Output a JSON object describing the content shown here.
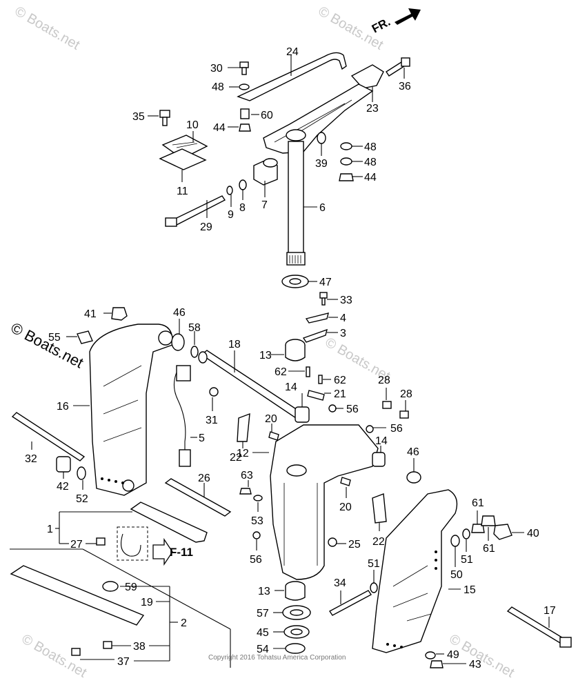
{
  "diagram": {
    "direction_label": "FR.",
    "ref_label": "F-11",
    "copyright": "Copyright 2016 Tohatsu America Corporation",
    "watermark": "© Boats.net",
    "callouts": [
      "1",
      "2",
      "3",
      "4",
      "5",
      "6",
      "7",
      "8",
      "9",
      "10",
      "11",
      "12",
      "13",
      "13",
      "14",
      "14",
      "15",
      "16",
      "17",
      "18",
      "19",
      "20",
      "20",
      "21",
      "22",
      "22",
      "23",
      "24",
      "25",
      "26",
      "27",
      "28",
      "28",
      "29",
      "30",
      "31",
      "32",
      "33",
      "34",
      "35",
      "36",
      "37",
      "38",
      "39",
      "40",
      "41",
      "42",
      "43",
      "44",
      "44",
      "45",
      "46",
      "46",
      "47",
      "48",
      "48",
      "48",
      "49",
      "50",
      "51",
      "51",
      "52",
      "53",
      "54",
      "55",
      "56",
      "56",
      "56",
      "57",
      "58",
      "59",
      "60",
      "61",
      "61",
      "62",
      "62",
      "63"
    ]
  }
}
